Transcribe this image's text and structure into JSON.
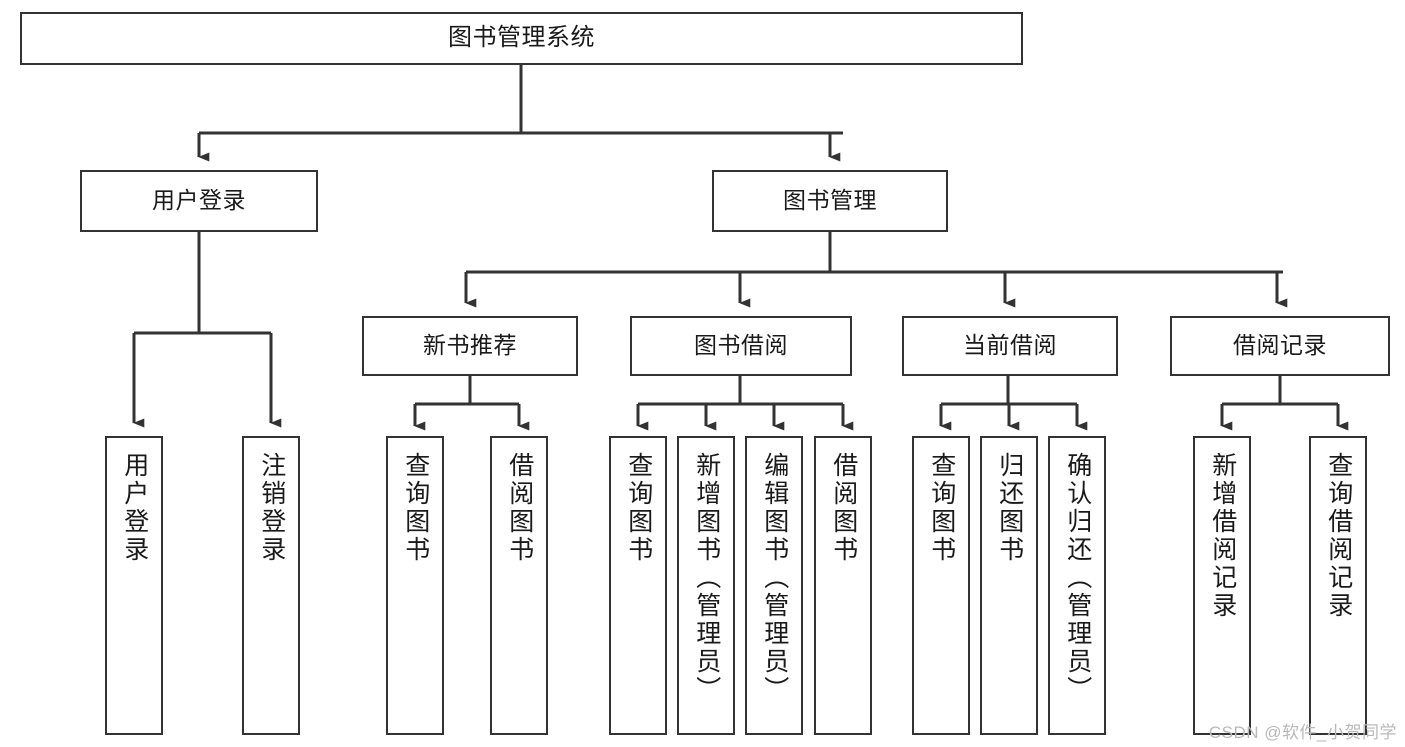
{
  "diagram": {
    "type": "tree-hierarchy",
    "title": "图书管理系统",
    "orientation": "top-down",
    "colors": {
      "stroke": "#333333",
      "node_fill": "#ffffff",
      "text": "#1a1a1a",
      "background": "#ffffff",
      "watermark": "#b9b9b9"
    },
    "watermark": "CSDN @软件_小贺同学",
    "levels": [
      {
        "level": 1,
        "nodes": [
          {
            "id": "root",
            "label": "图书管理系统"
          }
        ]
      },
      {
        "level": 2,
        "nodes": [
          {
            "id": "login",
            "label": "用户登录",
            "parent": "root"
          },
          {
            "id": "bookmgmt",
            "label": "图书管理",
            "parent": "root"
          }
        ]
      },
      {
        "level": 3,
        "nodes": [
          {
            "id": "newbook",
            "label": "新书推荐",
            "parent": "bookmgmt"
          },
          {
            "id": "borrow",
            "label": "图书借阅",
            "parent": "bookmgmt"
          },
          {
            "id": "current",
            "label": "当前借阅",
            "parent": "bookmgmt"
          },
          {
            "id": "record",
            "label": "借阅记录",
            "parent": "bookmgmt"
          }
        ]
      },
      {
        "level": 4,
        "nodes": [
          {
            "id": "leaf1",
            "label": "用户登录",
            "parent": "login"
          },
          {
            "id": "leaf2",
            "label": "注销登录",
            "parent": "login"
          },
          {
            "id": "leaf3",
            "label": "查询图书",
            "parent": "newbook"
          },
          {
            "id": "leaf4",
            "label": "借阅图书",
            "parent": "newbook"
          },
          {
            "id": "leaf5",
            "label": "查询图书",
            "parent": "borrow"
          },
          {
            "id": "leaf6",
            "label": "新增图书（管理员）",
            "parent": "borrow"
          },
          {
            "id": "leaf7",
            "label": "编辑图书（管理员）",
            "parent": "borrow"
          },
          {
            "id": "leaf8",
            "label": "借阅图书",
            "parent": "borrow"
          },
          {
            "id": "leaf9",
            "label": "查询图书",
            "parent": "current"
          },
          {
            "id": "leaf10",
            "label": "归还图书",
            "parent": "current"
          },
          {
            "id": "leaf11",
            "label": "确认归还（管理员）",
            "parent": "current"
          },
          {
            "id": "leaf12",
            "label": "新增借阅记录",
            "parent": "record"
          },
          {
            "id": "leaf13",
            "label": "查询借阅记录",
            "parent": "record"
          }
        ]
      }
    ]
  }
}
